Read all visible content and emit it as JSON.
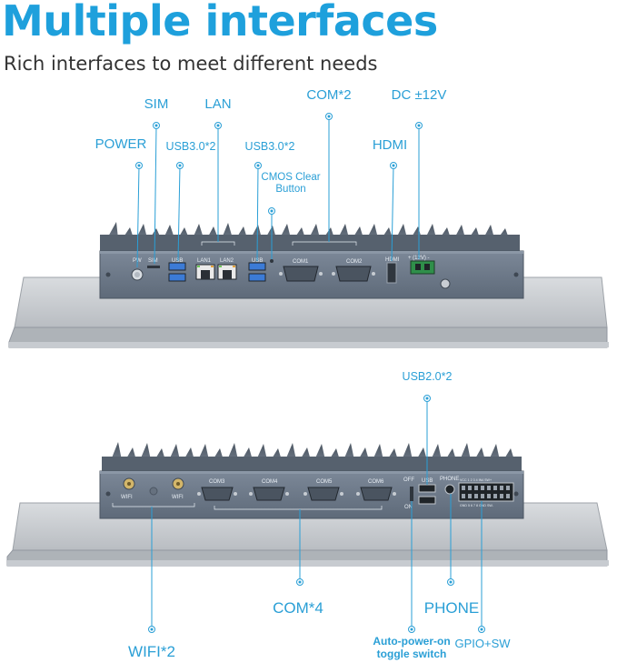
{
  "header": {
    "title": "Multiple interfaces",
    "subtitle": "Rich interfaces to meet different needs"
  },
  "callouts_top": {
    "power": "POWER",
    "sim": "SIM",
    "usb30_left": "USB3.0*2",
    "lan": "LAN",
    "usb30_right": "USB3.0*2",
    "cmos_line1": "CMOS Clear",
    "cmos_line2": "Button",
    "com2": "COM*2",
    "dc": "DC ±12V",
    "hdmi": "HDMI"
  },
  "callouts_bottom": {
    "usb20": "USB2.0*2",
    "com4": "COM*4",
    "phone": "PHONE",
    "wifi": "WIFI*2",
    "toggle_line1": "Auto-power-on",
    "toggle_line2": "toggle switch",
    "gpio": "GPIO+SW"
  },
  "panel_top": {
    "pw": "PW",
    "sim": "SIM",
    "usb_left": "USB",
    "lan1": "LAN1",
    "lan2": "LAN2",
    "usb_right": "USB",
    "com1": "COM1",
    "com2": "COM2",
    "hdmi": "HDMI",
    "dc": "+  (12V)  -"
  },
  "panel_bottom": {
    "wifi_left": "WIFI",
    "wifi_right": "WIFI",
    "com3": "COM3",
    "com4": "COM4",
    "com5": "COM5",
    "com6": "COM6",
    "off": "OFF",
    "on": "ON",
    "usb": "USB",
    "phone": "PHONE",
    "gpio_top": "VCC 1  2  3  4  IN4  SW+",
    "gpio_bottom": "GND  5  6  7  8  GND  SW-"
  },
  "colors": {
    "accent": "#2a9fd6",
    "title": "#1ea0dc",
    "chassis": "#6f7c8c",
    "panel": "#c9cdd2"
  }
}
